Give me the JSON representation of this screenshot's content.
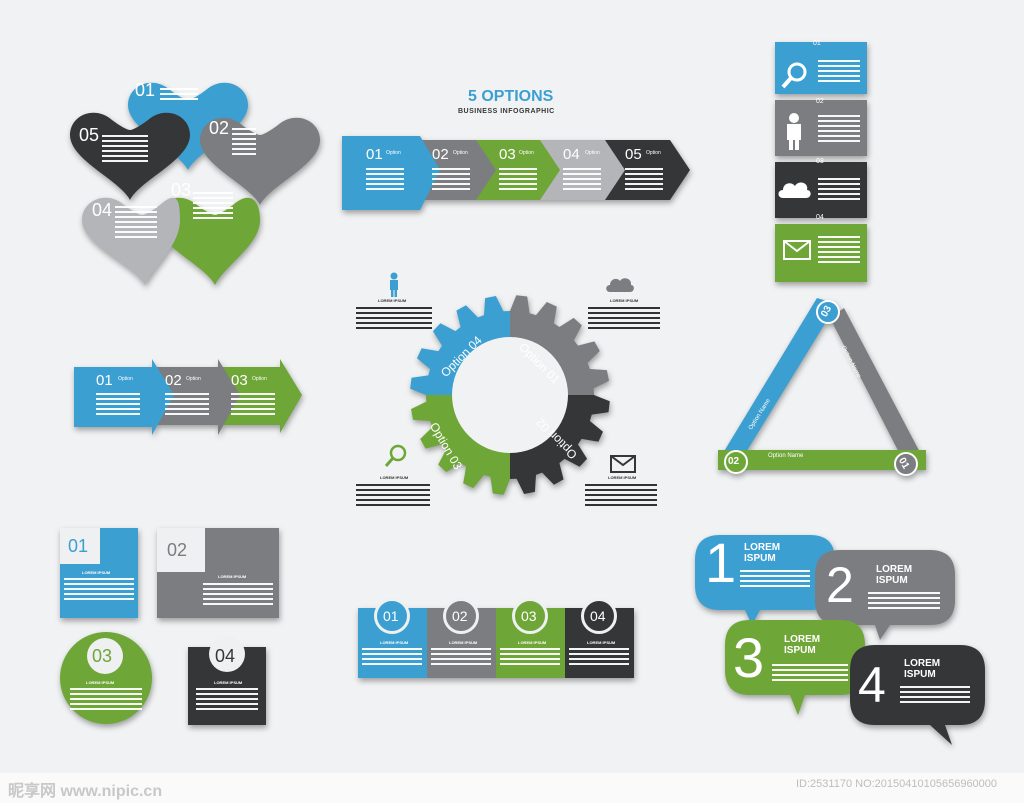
{
  "colors": {
    "blue": "#3c9fd2",
    "gray": "#7b7d80",
    "green": "#6ea637",
    "light_gray": "#b3b5b8",
    "dark": "#353638",
    "background": "#f1f2f3"
  },
  "title": {
    "main": "5 OPTIONS",
    "sub": "BUSINESS INFOGRAPHIC"
  },
  "hearts": {
    "items": [
      "01",
      "02",
      "03",
      "04",
      "05"
    ]
  },
  "five_arrows": {
    "items": [
      {
        "num": "01",
        "label": "Option"
      },
      {
        "num": "02",
        "label": "Option"
      },
      {
        "num": "03",
        "label": "Option"
      },
      {
        "num": "04",
        "label": "Option"
      },
      {
        "num": "05",
        "label": "Option"
      }
    ]
  },
  "three_arrows": {
    "items": [
      {
        "num": "01",
        "label": "Option"
      },
      {
        "num": "02",
        "label": "Option"
      },
      {
        "num": "03",
        "label": "Option"
      }
    ]
  },
  "vertical_banner": {
    "items": [
      "01",
      "02",
      "03",
      "04"
    ],
    "icons": [
      "search-icon",
      "person-icon",
      "cloud-icon",
      "mail-icon"
    ]
  },
  "gear": {
    "segments": [
      "Option 01",
      "Option 02",
      "Option 03",
      "Option 04"
    ],
    "labels": [
      "LOREM IPSUM",
      "LOREM IPSUM",
      "LOREM IPSUM",
      "LOREM IPSUM"
    ],
    "icons": [
      "person-icon",
      "cloud-icon",
      "search-icon",
      "mail-icon"
    ]
  },
  "triangle": {
    "numbers": [
      "01",
      "02",
      "03"
    ],
    "labels": [
      "Option Name",
      "Option Name",
      "Option Name"
    ]
  },
  "squares": {
    "items": [
      {
        "num": "01",
        "label": "LOREM IPSUM"
      },
      {
        "num": "02",
        "label": "LOREM IPSUM"
      },
      {
        "num": "03",
        "label": "LOREM IPSUM"
      },
      {
        "num": "04",
        "label": "LOREM IPSUM"
      }
    ]
  },
  "tabs": {
    "items": [
      {
        "num": "01",
        "label": "LOREM IPSUM"
      },
      {
        "num": "02",
        "label": "LOREM IPSUM"
      },
      {
        "num": "03",
        "label": "LOREM IPSUM"
      },
      {
        "num": "04",
        "label": "LOREM IPSUM"
      }
    ]
  },
  "bubbles": {
    "items": [
      {
        "num": "1",
        "title": "LOREM\nISPUM"
      },
      {
        "num": "2",
        "title": "LOREM\nISPUM"
      },
      {
        "num": "3",
        "title": "LOREM\nISPUM"
      },
      {
        "num": "4",
        "title": "LOREM\nISPUM"
      }
    ]
  },
  "watermark": {
    "left": "昵享网 www.nipic.cn",
    "right": "ID:2531170 NO:20150410105656960000"
  }
}
